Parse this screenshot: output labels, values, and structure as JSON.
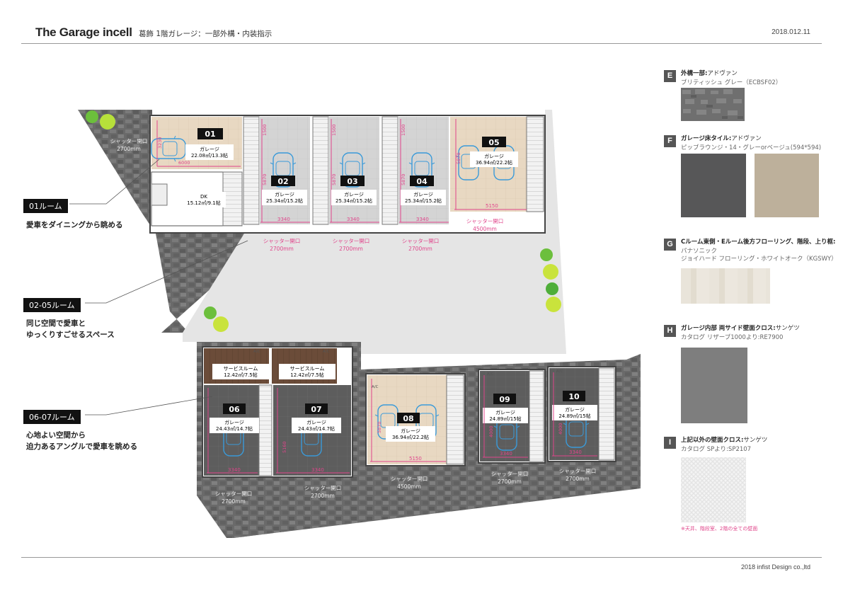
{
  "header": {
    "title": "The Garage incell",
    "subtitle": "葛飾 1階ガレージ：一部外構・内装指示",
    "date": "2018.012.11"
  },
  "footer": {
    "copyright": "2018 infist Design co.,ltd"
  },
  "callouts": [
    {
      "label": "01ルーム",
      "desc1": "愛車をダイニングから眺める",
      "desc2": ""
    },
    {
      "label": "02-05ルーム",
      "desc1": "同じ空間で愛車と",
      "desc2": "ゆっくりすごせるスペース"
    },
    {
      "label": "06-07ルーム",
      "desc1": "心地よい空間から",
      "desc2": "迫力あるアングルで愛車を眺める"
    }
  ],
  "units": [
    {
      "id": "01",
      "name": "ガレージ",
      "area": "22.08㎡/13.3帖"
    },
    {
      "id": "02",
      "name": "ガレージ",
      "area": "25.34㎡/15.2帖"
    },
    {
      "id": "03",
      "name": "ガレージ",
      "area": "25.34㎡/15.2帖"
    },
    {
      "id": "04",
      "name": "ガレージ",
      "area": "25.34㎡/15.2帖"
    },
    {
      "id": "05",
      "name": "ガレージ",
      "area": "36.94㎡/22.2帖"
    },
    {
      "id": "06",
      "name": "ガレージ",
      "area": "24.43㎡/14.7帖"
    },
    {
      "id": "07",
      "name": "ガレージ",
      "area": "24.43㎡/14.7帖"
    },
    {
      "id": "08",
      "name": "ガレージ",
      "area": "36.94㎡/22.2帖"
    },
    {
      "id": "09",
      "name": "ガレージ",
      "area": "24.89㎡/15帖"
    },
    {
      "id": "10",
      "name": "ガレージ",
      "area": "24.89㎡/15帖"
    }
  ],
  "rooms": {
    "dk": {
      "name": "DK",
      "area": "15.12㎡/9.1帖"
    },
    "service1": {
      "name": "サービスルーム",
      "area": "12.42㎡/7.5帖"
    },
    "service2": {
      "name": "サービスルーム",
      "area": "12.42㎡/7.5帖"
    }
  },
  "shutters": {
    "s01": {
      "label": "シャッター開口",
      "width": "2700mm"
    },
    "s02": {
      "label": "シャッター開口",
      "width": "2700mm"
    },
    "s03": {
      "label": "シャッター開口",
      "width": "2700mm"
    },
    "s04": {
      "label": "シャッター開口",
      "width": "2700mm"
    },
    "s05": {
      "label": "シャッター開口",
      "width": "4500mm"
    },
    "s06": {
      "label": "シャッター開口",
      "width": "2700mm"
    },
    "s07": {
      "label": "シャッター開口",
      "width": "2700mm"
    },
    "s08": {
      "label": "シャッター開口",
      "width": "4500mm"
    },
    "s09": {
      "label": "シャッター開口",
      "width": "2700mm"
    },
    "s10": {
      "label": "シャッター開口",
      "width": "2700mm"
    }
  },
  "dimensions": {
    "d3230": "3230",
    "d6000": "6000",
    "d1500": "1500",
    "d5870": "5870",
    "d3340": "3340",
    "d5150": "5150",
    "d5160": "5160",
    "d4000": "4000",
    "ac": "A/C"
  },
  "materials": [
    {
      "letter": "E",
      "title_bold": "外構一部:",
      "title_rest": "アドヴァン",
      "line2": "ブリティッシュ グレー（ECBSF02）",
      "line3": ""
    },
    {
      "letter": "F",
      "title_bold": "ガレージ床タイル:",
      "title_rest": "アドヴァン",
      "line2": "ピッブラウンジ・14・グレーorベージュ(594*594)",
      "line3": ""
    },
    {
      "letter": "G",
      "title_bold": "Cルーム東側・Eルーム後方フローリング、階段、上り框:",
      "title_rest": "",
      "line2": "パナソニック",
      "line3": "ジョイハード フローリング・ホワイトオーク（KGSWY）"
    },
    {
      "letter": "H",
      "title_bold": "ガレージ内部 両サイド壁面クロス:",
      "title_rest": "サンゲツ",
      "line2": "カタログ リザーブ1000より:RE7900",
      "line3": ""
    },
    {
      "letter": "I",
      "title_bold": "上記以外の壁面クロス:",
      "title_rest": "サンゲツ",
      "line2": "カタログ SPより:SP2107",
      "line3": ""
    }
  ],
  "material_note": "※天井、階段室、2階の全ての壁面",
  "colors": {
    "dimension": "#e0458b",
    "car_outline": "#3a9ad9",
    "paving": "#6e6e6e",
    "floor_tile": "#d2d2d2",
    "wood_floor": "#e9d9c4",
    "dark_floor": "#5e5e5e"
  }
}
